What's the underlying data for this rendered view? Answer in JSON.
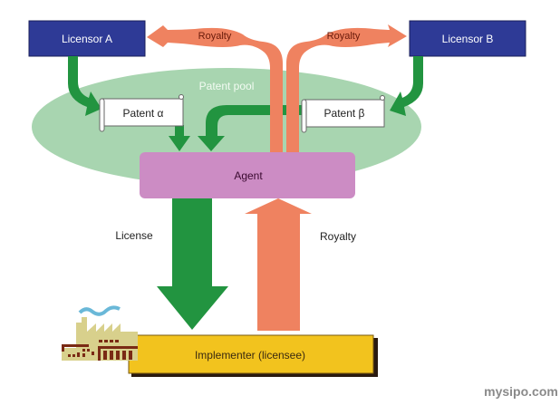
{
  "diagram": {
    "nodes": {
      "licensor_a": "Licensor A",
      "licensor_b": "Licensor B",
      "patent_pool": "Patent pool",
      "patent_alpha": "Patent α",
      "patent_beta": "Patent β",
      "agent": "Agent",
      "implementer": "Implementer (licensee)"
    },
    "flows": {
      "royalty_to_a": "Royalty",
      "royalty_to_b": "Royalty",
      "license": "License",
      "royalty_from_implementer": "Royalty"
    },
    "watermark": "mysipo.com"
  },
  "colors": {
    "licensor_fill": "#2e3a96",
    "pool_fill": "#a8d5b0",
    "agent_fill": "#cc8cc4",
    "implementer_fill": "#f2c31e",
    "license_arrow": "#229440",
    "royalty_arrow": "#ef8260",
    "factory_body": "#d8d08c",
    "factory_detail": "#7a2a14",
    "smoke": "#6ab8d8"
  }
}
